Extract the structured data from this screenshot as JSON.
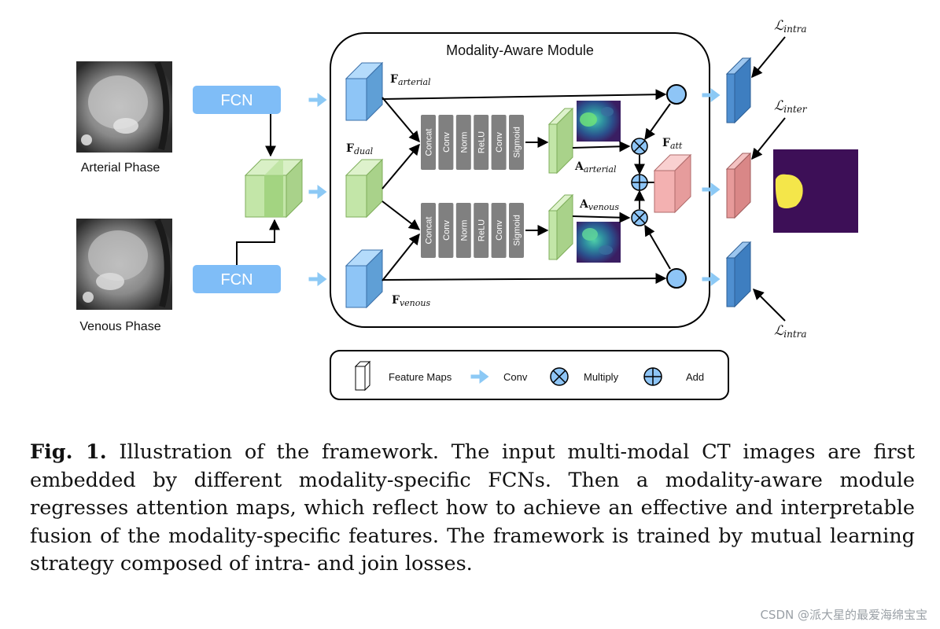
{
  "images": {
    "arterial_label": "Arterial Phase",
    "venous_label": "Venous Phase"
  },
  "encoders": {
    "top_label": "FCN",
    "bottom_label": "FCN"
  },
  "module": {
    "title": "Modality-Aware Module",
    "f_arterial": {
      "main": "F",
      "sub": "arterial"
    },
    "f_dual": {
      "main": "F",
      "sub": "dual"
    },
    "f_venous": {
      "main": "F",
      "sub": "venous"
    },
    "f_att": {
      "main": "F",
      "sub": "att"
    },
    "a_arterial": {
      "main": "A",
      "sub": "arterial"
    },
    "a_venous": {
      "main": "A",
      "sub": "venous"
    },
    "branch_blocks": [
      "Concat",
      "Conv",
      "Norm",
      "ReLU",
      "Conv",
      "Sigmoid"
    ]
  },
  "losses": {
    "top": {
      "main": "ℒ",
      "sub": "intra"
    },
    "middle": {
      "main": "ℒ",
      "sub": "inter"
    },
    "bottom": {
      "main": "ℒ",
      "sub": "intra"
    }
  },
  "legend": {
    "feature_maps": "Feature Maps",
    "conv": "Conv",
    "multiply": "Multiply",
    "add": "Add"
  },
  "colors": {
    "fcn_box": "#7fbdf7",
    "blue_feature": "#8ec5f6",
    "green_feature": "#c3e6a8",
    "pink_feature": "#f3b1b1",
    "dark_blue_output": "#4f8fd0",
    "pink_output": "#e79a9a",
    "conv_arrow": "#8cc9f5",
    "block_gray": "#808080",
    "output_background": "#3d0f57",
    "output_blob": "#f4e64a"
  },
  "caption": {
    "label": "Fig. 1.",
    "text": "Illustration of the framework. The input multi-modal CT images are first embedded by different modality-specific FCNs. Then a modality-aware module regresses attention maps, which reflect how to achieve an effective and interpretable fusion of the modality-specific features. The framework is trained by mutual learning strategy composed of intra- and join losses."
  },
  "watermark": "CSDN @派大星的最爱海绵宝宝"
}
